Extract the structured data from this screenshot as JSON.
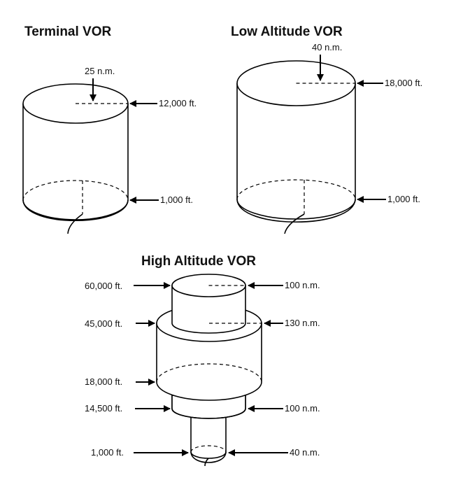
{
  "terminal": {
    "title": "Terminal VOR",
    "radius": "25 n.m.",
    "top_alt": "12,000 ft.",
    "bottom_alt": "1,000 ft."
  },
  "low": {
    "title": "Low Altitude VOR",
    "radius": "40 n.m.",
    "top_alt": "18,000 ft.",
    "bottom_alt": "1,000 ft."
  },
  "high": {
    "title": "High Altitude VOR",
    "alt_60000": "60,000 ft.",
    "alt_45000": "45,000 ft.",
    "alt_18000": "18,000 ft.",
    "alt_14500": "14,500 ft.",
    "alt_1000": "1,000 ft.",
    "radius_top": "100 n.m.",
    "radius_main": "130 n.m.",
    "radius_lower": "100 n.m.",
    "radius_bottom": "40 n.m."
  }
}
